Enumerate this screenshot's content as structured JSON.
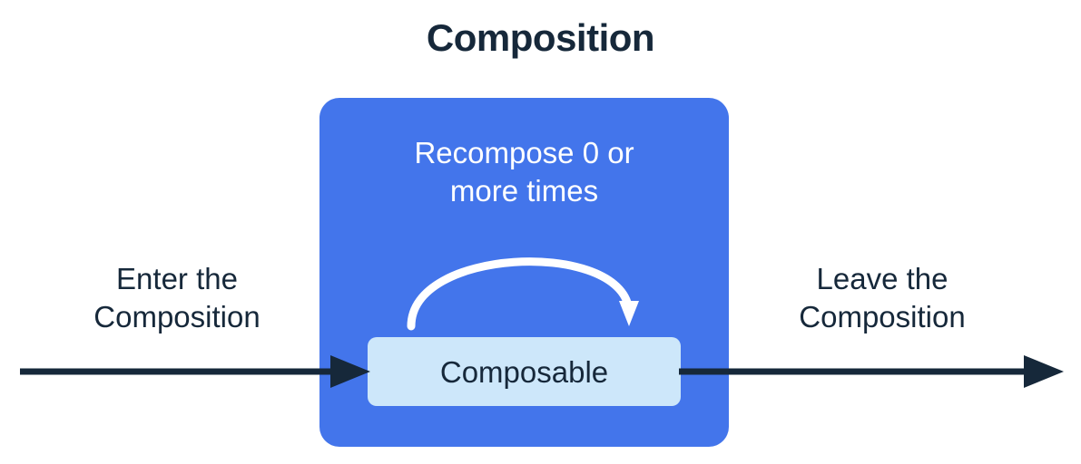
{
  "title": "Composition",
  "theme": {
    "background": "#ffffff",
    "composition_blue": "#4375EB",
    "composable_light_blue": "#CDE7FA",
    "ink_navy": "#16283A",
    "arrow_white": "#FFFFFF"
  },
  "composition_box": {
    "name": "Composition",
    "recompose_caption": {
      "line1": "Recompose 0 or",
      "line2": "more times"
    },
    "recompose_arrow_icon": "recompose-loop-arrow-icon",
    "composable": {
      "label": "Composable"
    }
  },
  "enter": {
    "label_line1": "Enter the",
    "label_line2": "Composition",
    "arrow_icon": "arrow-right-icon"
  },
  "leave": {
    "label_line1": "Leave the",
    "label_line2": "Composition",
    "arrow_icon": "arrow-right-icon"
  }
}
